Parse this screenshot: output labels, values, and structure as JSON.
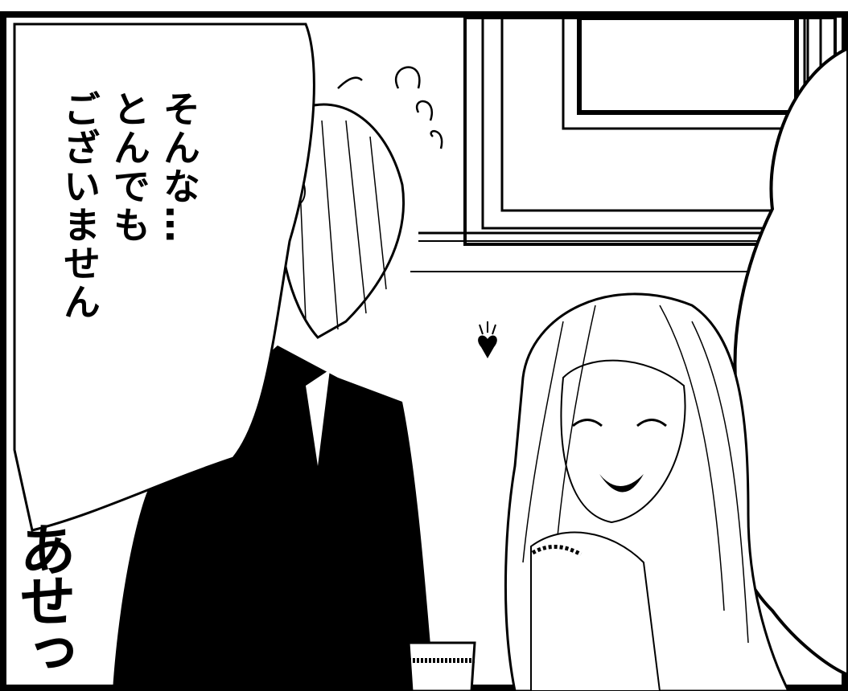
{
  "speech_bubble": {
    "lines": [
      "そんな…",
      "とんでも",
      "ございません"
    ]
  },
  "sound_effect": "あせっ"
}
